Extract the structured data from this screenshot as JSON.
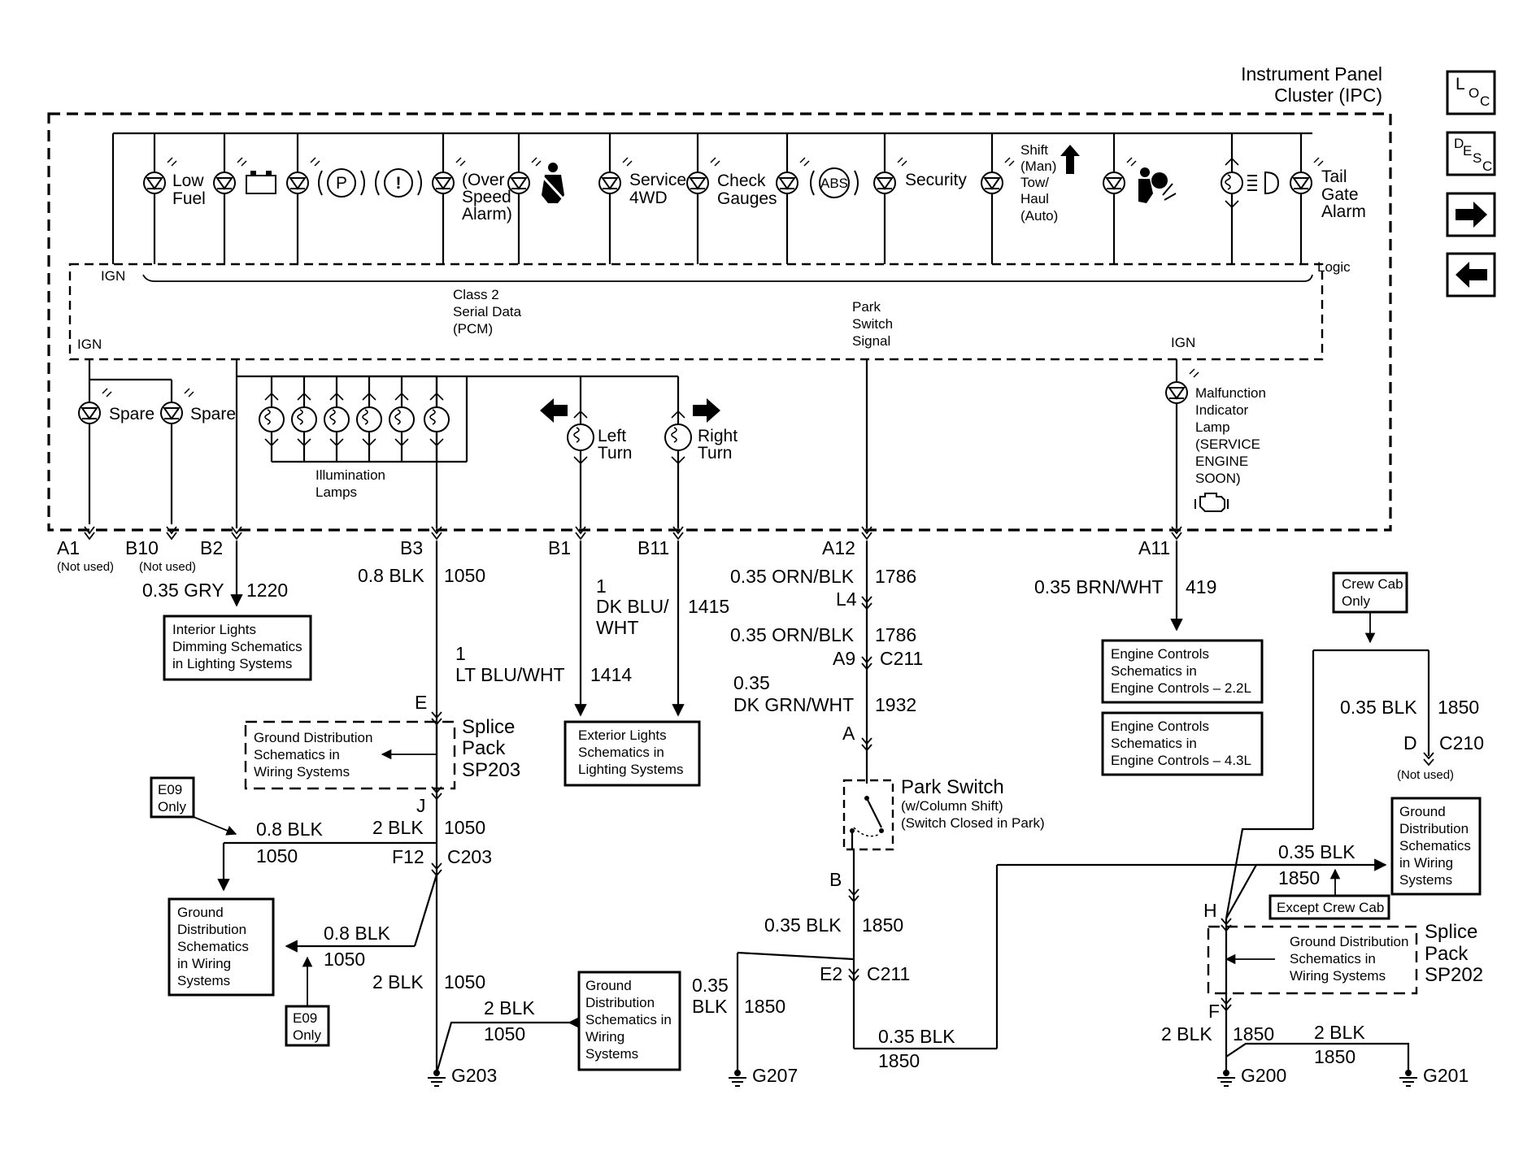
{
  "ipc": {
    "title_line1": "Instrument Panel",
    "title_line2": "Cluster (IPC)"
  },
  "nav": {
    "loc": {
      "l": "L",
      "o": "O",
      "c": "C"
    },
    "desc": {
      "d": "D",
      "e": "E",
      "s": "S",
      "c": "C"
    }
  },
  "lamps": {
    "low_fuel": [
      "Low",
      "Fuel"
    ],
    "over_speed": [
      "(Over",
      "Speed",
      "Alarm)"
    ],
    "service_4wd": [
      "Service",
      "4WD"
    ],
    "check_gauges": [
      "Check",
      "Gauges"
    ],
    "abs": "ABS",
    "security": "Security",
    "shift": [
      "Shift",
      "(Man)",
      "Tow/",
      "Haul",
      "(Auto)"
    ],
    "tail_gate": [
      "Tail",
      "Gate",
      "Alarm"
    ],
    "park_symbol": "P",
    "brake_symbol": "!",
    "spare": "Spare",
    "illumination": [
      "Illumination",
      "Lamps"
    ],
    "left_turn": [
      "Left",
      "Turn"
    ],
    "right_turn": [
      "Right",
      "Turn"
    ],
    "mil": [
      "Malfunction",
      "Indicator",
      "Lamp",
      "(SERVICE",
      "ENGINE",
      "SOON)"
    ]
  },
  "logic": {
    "logic": "Logic",
    "ign": "IGN",
    "class2": [
      "Class 2",
      "Serial Data",
      "(PCM)"
    ],
    "park_signal": [
      "Park",
      "Switch",
      "Signal"
    ]
  },
  "pins": {
    "a1": "A1",
    "b10": "B10",
    "b2": "B2",
    "b3": "B3",
    "b1": "B1",
    "b11": "B11",
    "a12": "A12",
    "a11": "A11",
    "not_used": "(Not used)"
  },
  "wires": {
    "b2_wire": "0.35 GRY",
    "b2_ckt": "1220",
    "b3_wire": "0.8 BLK",
    "b3_ckt": "1050",
    "ltblu_n": "1",
    "ltblu_wire": "LT BLU/WHT",
    "ltblu_ckt": "1414",
    "dkblu_n": "1",
    "dkblu_wire1": "DK BLU/",
    "dkblu_wire2": "WHT",
    "dkblu_ckt": "1415",
    "a12_wire": "0.35 ORN/BLK",
    "a12_ckt": "1786",
    "l4": "L4",
    "l4_wire": "0.35 ORN/BLK",
    "l4_ckt": "1786",
    "a9": "A9",
    "c211": "C211",
    "grn_wire1": "0.35",
    "grn_wire2": "DK GRN/WHT",
    "grn_ckt": "1932",
    "a_pin": "A",
    "b_pin": "B",
    "blk035": "0.35 BLK",
    "ckt1850": "1850",
    "e2": "E2",
    "a11_wire": "0.35 BRN/WHT",
    "a11_ckt": "419",
    "blk08": "0.8 BLK",
    "blk2": "2 BLK",
    "ckt1050": "1050",
    "f12": "F12",
    "c203": "C203",
    "e_pin": "E",
    "j_pin": "J",
    "g207_wire1": "0.35",
    "g207_wire2": "BLK",
    "d_pin": "D",
    "c210": "C210",
    "h_pin": "H",
    "f_pin": "F"
  },
  "refs": {
    "interior": [
      "Interior Lights",
      "Dimming Schematics",
      "in Lighting Systems"
    ],
    "exterior": [
      "Exterior Lights",
      "Schematics in",
      "Lighting Systems"
    ],
    "engine22": [
      "Engine Controls",
      "Schematics in",
      "Engine Controls – 2.2L"
    ],
    "engine43": [
      "Engine Controls",
      "Schematics in",
      "Engine Controls – 4.3L"
    ],
    "ground_sp203": [
      "Ground Distribution",
      "Schematics in",
      "Wiring Systems"
    ],
    "ground_left": [
      "Ground",
      "Distribution",
      "Schematics",
      "in Wiring",
      "Systems"
    ],
    "ground_mid": [
      "Ground",
      "Distribution",
      "Schematics in",
      "Wiring",
      "Systems"
    ],
    "ground_right": [
      "Ground",
      "Distribution",
      "Schematics",
      "in Wiring",
      "Systems"
    ],
    "ground_sp202": [
      "Ground Distribution",
      "Schematics in",
      "Wiring Systems"
    ],
    "e09_only": [
      "E09",
      "Only"
    ],
    "crew_cab": [
      "Crew Cab",
      "Only"
    ],
    "except_crew": "Except Crew Cab"
  },
  "splice": {
    "sp203": [
      "Splice",
      "Pack",
      "SP203"
    ],
    "sp202": [
      "Splice",
      "Pack",
      "SP202"
    ]
  },
  "park_switch": {
    "title": "Park Switch",
    "line2": "(w/Column Shift)",
    "line3": "(Switch Closed in Park)"
  },
  "grounds": {
    "g203": "G203",
    "g207": "G207",
    "g200": "G200",
    "g201": "G201"
  }
}
